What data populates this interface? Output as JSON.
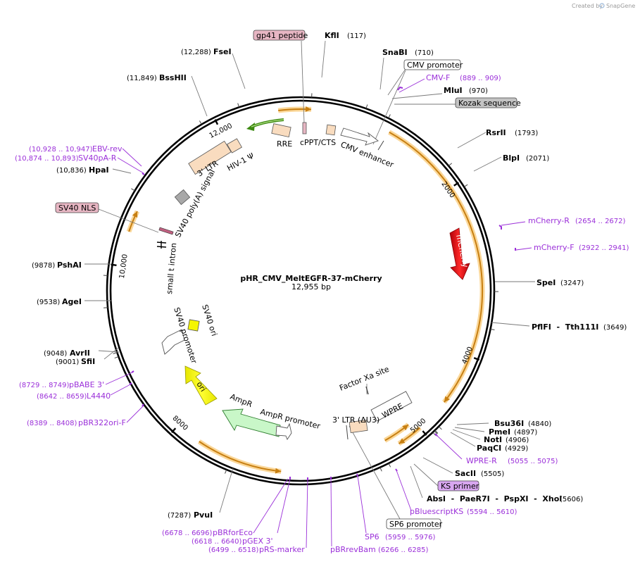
{
  "plasmid": {
    "name": "pHR_CMV_MeltEGFR-37-mCherry",
    "length_label": "12,955 bp",
    "length": 12955
  },
  "credit": {
    "created_by": "Created by",
    "brand": "SnapGene"
  },
  "ticks": [
    {
      "label": "2000",
      "bp": 2000
    },
    {
      "label": "4000",
      "bp": 4000
    },
    {
      "label": "5000",
      "bp": 5000
    },
    {
      "label": "8000",
      "bp": 8000
    },
    {
      "label": "10,000",
      "bp": 10000
    },
    {
      "label": "12,000",
      "bp": 12000
    }
  ],
  "enzymes": [
    {
      "name": "KflI",
      "pos": "(117)",
      "bp": 117
    },
    {
      "name": "SnaBI",
      "pos": "(710)",
      "bp": 710
    },
    {
      "name": "MluI",
      "pos": "(970)",
      "bp": 970
    },
    {
      "name": "RsrII",
      "pos": "(1793)",
      "bp": 1793
    },
    {
      "name": "BlpI",
      "pos": "(2071)",
      "bp": 2071
    },
    {
      "name": "SpeI",
      "pos": "(3247)",
      "bp": 3247
    },
    {
      "name": "PflFI  -  Tth111I",
      "pos": "(3649)",
      "bp": 3649
    },
    {
      "name": "Bsu36I",
      "pos": "(4840)",
      "bp": 4840
    },
    {
      "name": "PmeI",
      "pos": "(4897)",
      "bp": 4897
    },
    {
      "name": "NotI",
      "pos": "(4906)",
      "bp": 4906
    },
    {
      "name": "PaqCI",
      "pos": "(4929)",
      "bp": 4929
    },
    {
      "name": "SacII",
      "pos": "(5505)",
      "bp": 5505
    },
    {
      "name": "AbsI  -  PaeR7I  -  PspXI  -  XhoI",
      "pos": "(5606)",
      "bp": 5606
    },
    {
      "name": "PvuI",
      "pos": "(7287)",
      "bp": 7287
    },
    {
      "name": "SfiI",
      "pos": "(9001)",
      "bp": 9001
    },
    {
      "name": "AvrII",
      "pos": "(9048)",
      "bp": 9048
    },
    {
      "name": "AgeI",
      "pos": "(9538)",
      "bp": 9538
    },
    {
      "name": "PshAI",
      "pos": "(9878)",
      "bp": 9878
    },
    {
      "name": "HpaI",
      "pos": "(10,836)",
      "bp": 10836
    },
    {
      "name": "BssHII",
      "pos": "(11,849)",
      "bp": 11849
    },
    {
      "name": "FseI",
      "pos": "(12,288)",
      "bp": 12288
    }
  ],
  "primers": [
    {
      "name": "CMV-F",
      "range": "(889 .. 909)"
    },
    {
      "name": "mCherry-R",
      "range": "(2654 .. 2672)"
    },
    {
      "name": "mCherry-F",
      "range": "(2922 .. 2941)"
    },
    {
      "name": "WPRE-R",
      "range": "(5055 .. 5075)"
    },
    {
      "name": "pBluescriptKS",
      "range": "(5594 .. 5610)"
    },
    {
      "name": "SP6",
      "range": "(5959 .. 5976)"
    },
    {
      "name": "pBRrevBam",
      "range": "(6266 .. 6285)"
    },
    {
      "name": "pRS-marker",
      "range": "(6499 .. 6518)"
    },
    {
      "name": "pGEX 3'",
      "range": "(6618 .. 6640)"
    },
    {
      "name": "pBRforEco",
      "range": "(6678 .. 6696)"
    },
    {
      "name": "pBR322ori-F",
      "range": "(8389 .. 8408)"
    },
    {
      "name": "L4440",
      "range": "(8642 .. 8659)"
    },
    {
      "name": "pBABE 3'",
      "range": "(8729 .. 8749)"
    },
    {
      "name": "SV40pA-R",
      "range": "(10,874 .. 10,893)"
    },
    {
      "name": "EBV-rev",
      "range": "(10,928 .. 10,947)"
    }
  ],
  "boxed_labels": {
    "gp41": "gp41 peptide",
    "cmv_promoter": "CMV promoter",
    "kozak": "Kozak sequence",
    "sv40_nls": "SV40 NLS",
    "ks_primer": "KS primer",
    "sp6_promoter": "SP6 promoter"
  },
  "features": {
    "rre": "RRE",
    "cppt": "cPPT/CTS",
    "cmv_enhancer": "CMV enhancer",
    "hiv_psi": "HIV-1 Ψ",
    "ltr5": "3' LTR",
    "sv40_polya": "SV40 poly(A) signal",
    "small_t": "small t intron",
    "mcherry": "mCherry",
    "sv40_ori": "SV40 ori",
    "sv40_promoter": "SV40 promoter",
    "ori": "ori",
    "ampr": "AmpR",
    "ampr_promoter": "AmpR promoter",
    "factor_xa": "Factor Xa site",
    "wpre": "WPRE",
    "ltr3": "3' LTR (ΔU3)"
  },
  "colors": {
    "orf_stroke": "#c77f12",
    "orf_glow": "#fbd89a",
    "mcherry": "#e8000b",
    "ori": "#f5f500",
    "ampr": "#c9f7c8",
    "ltr": "#f9dcbf",
    "primer": "#9b30d9",
    "gp41_box": "#e7b6c3",
    "kozak_box": "#c4c4c4",
    "ks_box": "#d8a6f0",
    "hiv_arrow": "#3d8a12"
  }
}
